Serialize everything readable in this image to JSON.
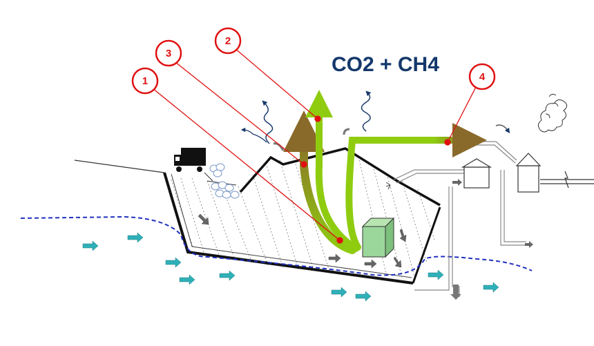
{
  "formula": "CO2 + CH4",
  "markers": [
    "1",
    "2",
    "3",
    "4"
  ],
  "colors": {
    "marker": "#e01010",
    "gas_pipe": "#8fcc10",
    "formula": "#13386b",
    "groundwater": "#1f30c0",
    "flow_arrow": "#2fb0b8",
    "container": "#9bd69b"
  },
  "icons": [
    "truck-icon",
    "waste-bags-icon",
    "smoke-cloud-icon",
    "power-line-icon"
  ]
}
